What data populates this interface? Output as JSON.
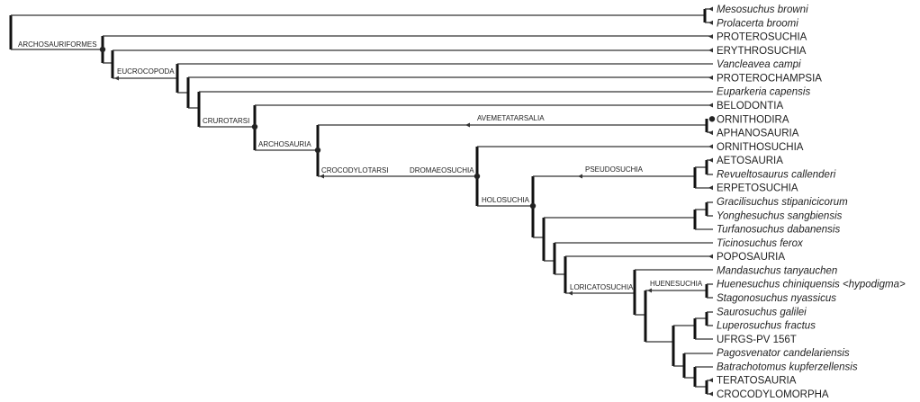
{
  "leaves": [
    {
      "label": "Mesosuchus browni",
      "italic": true,
      "arrow": true
    },
    {
      "label": "Prolacerta broomi",
      "italic": true,
      "arrow": true
    },
    {
      "label": "PROTEROSUCHIA",
      "italic": false,
      "arrow": true
    },
    {
      "label": "ERYTHROSUCHIA",
      "italic": false,
      "arrow": true
    },
    {
      "label": "Vancleavea campi",
      "italic": true,
      "arrow": false
    },
    {
      "label": "PROTEROCHAMPSIA",
      "italic": false,
      "arrow": true
    },
    {
      "label": "Euparkeria capensis",
      "italic": true,
      "arrow": false
    },
    {
      "label": "BELODONTIA",
      "italic": false,
      "arrow": true
    },
    {
      "label": "ORNITHODIRA",
      "italic": false,
      "arrow": false,
      "dot": true
    },
    {
      "label": "APHANOSAURIA",
      "italic": false,
      "arrow": true
    },
    {
      "label": "ORNITHOSUCHIA",
      "italic": false,
      "arrow": true
    },
    {
      "label": "AETOSAURIA",
      "italic": false,
      "arrow": true
    },
    {
      "label": "Revueltosaurus callenderi",
      "italic": true,
      "arrow": false
    },
    {
      "label": "ERPETOSUCHIA",
      "italic": false,
      "arrow": true
    },
    {
      "label": "Gracilisuchus stipanicicorum",
      "italic": true,
      "arrow": false
    },
    {
      "label": "Yonghesuchus sangbiensis",
      "italic": true,
      "arrow": false
    },
    {
      "label": "Turfanosuchus dabanensis",
      "italic": true,
      "arrow": false
    },
    {
      "label": "Ticinosuchus ferox",
      "italic": true,
      "arrow": false
    },
    {
      "label": "POPOSAURIA",
      "italic": false,
      "arrow": true
    },
    {
      "label": "Mandasuchus tanyauchen",
      "italic": true,
      "arrow": false
    },
    {
      "label": "Huenesuchus chiniquensis <hypodigma>",
      "italic": true,
      "arrow": false
    },
    {
      "label": "Stagonosuchus nyassicus",
      "italic": true,
      "arrow": false
    },
    {
      "label": "Saurosuchus galilei",
      "italic": true,
      "arrow": false
    },
    {
      "label": "Luperosuchus fractus",
      "italic": true,
      "arrow": false
    },
    {
      "label": "UFRGS-PV 156T",
      "italic": false,
      "arrow": false
    },
    {
      "label": "Pagosvenator candelariensis",
      "italic": true,
      "arrow": false
    },
    {
      "label": "Batrachotomus kupferzellensis",
      "italic": true,
      "arrow": false
    },
    {
      "label": "TERATOSAURIA",
      "italic": false,
      "arrow": true
    },
    {
      "label": "CROCODYLOMORPHA",
      "italic": false,
      "arrow": true
    }
  ],
  "clades": {
    "archosauriformes": "ARCHOSAURIFORMES",
    "eucrocopoda": "EUCROCOPODA",
    "crurotarsi": "CRUROTARSI",
    "archosauria": "ARCHOSAURIA",
    "crocodylotarsi": "CROCODYLOTARSI",
    "avemetatarsalia": "AVEMETATARSALIA",
    "dromaeosuchia": "DROMAEOSUCHIA",
    "holosuchia": "HOLOSUCHIA",
    "pseudosuchia": "PSEUDOSUCHIA",
    "loricatosuchia": "LORICATOSUCHIA",
    "huenesuchia": "HUENESUCHIA"
  },
  "colors": {
    "line": "#333333",
    "text": "#222222"
  }
}
